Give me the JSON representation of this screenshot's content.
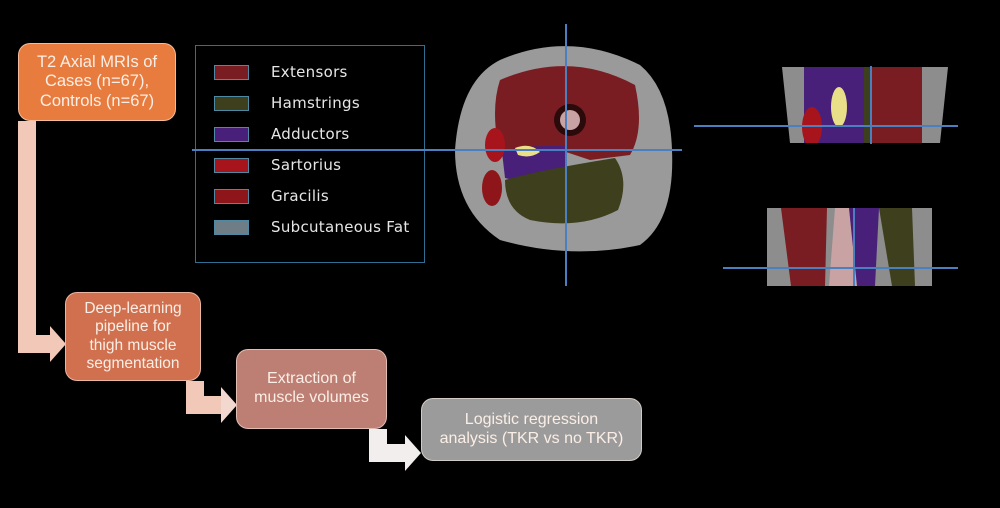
{
  "flow": {
    "steps": [
      {
        "label": "T2 Axial MRIs of\nCases (n=67),\nControls (n=67)",
        "color": "#e77c3e"
      },
      {
        "label": "Deep-learning\npipeline for\nthigh muscle\nsegmentation",
        "color": "#d0704e"
      },
      {
        "label": "Extraction of\nmuscle volumes",
        "color": "#bd7f74"
      },
      {
        "label": "Logistic regression\nanalysis (TKR vs no TKR)",
        "color": "#9c9b9b"
      }
    ]
  },
  "legend": {
    "items": [
      {
        "label": "Extensors",
        "color": "#7a1d22"
      },
      {
        "label": "Hamstrings",
        "color": "#3e3f1c"
      },
      {
        "label": "Adductors",
        "color": "#48207a"
      },
      {
        "label": "Sartorius",
        "color": "#a8141b"
      },
      {
        "label": "Gracilis",
        "color": "#8e161b"
      },
      {
        "label": "Subcutaneous Fat",
        "color": "#6e7d86"
      }
    ]
  },
  "images": {
    "axial": "axial-mri-segmentation",
    "coronal": "coronal-mri-segmentation",
    "sagittal": "sagittal-mri-segmentation"
  }
}
